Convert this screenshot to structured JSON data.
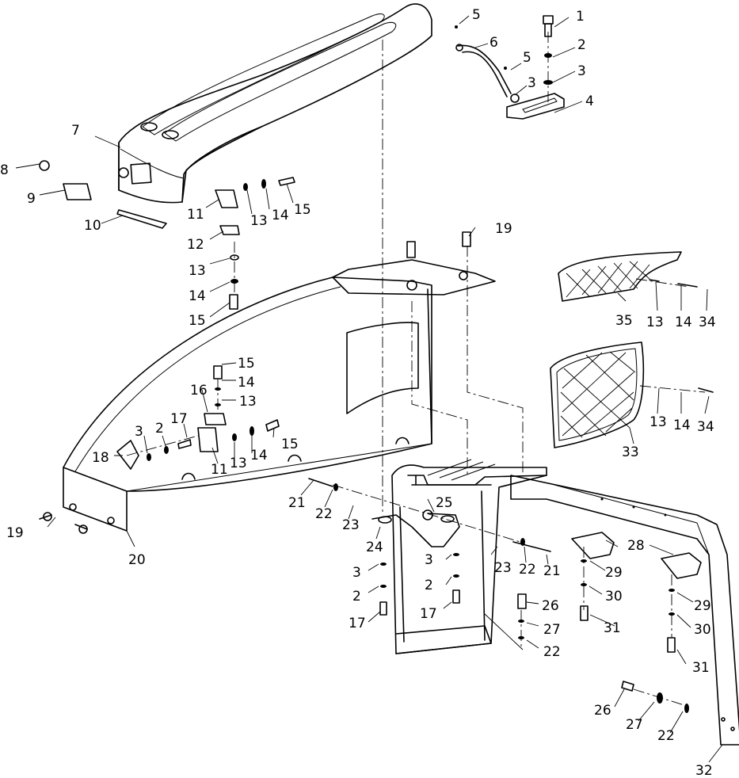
{
  "diagram": {
    "style": "line-art exploded parts diagram",
    "colors": {
      "ink": "#000000",
      "background": "#ffffff"
    },
    "callouts": [
      {
        "id": "c1",
        "text": "1"
      },
      {
        "id": "c2a",
        "text": "2"
      },
      {
        "id": "c3a",
        "text": "3"
      },
      {
        "id": "c4",
        "text": "4"
      },
      {
        "id": "c5a",
        "text": "5"
      },
      {
        "id": "c5b",
        "text": "5"
      },
      {
        "id": "c6",
        "text": "6"
      },
      {
        "id": "c3b",
        "text": "3"
      },
      {
        "id": "c7",
        "text": "7"
      },
      {
        "id": "c8",
        "text": "8"
      },
      {
        "id": "c9",
        "text": "9"
      },
      {
        "id": "c10",
        "text": "10"
      },
      {
        "id": "c11a",
        "text": "11"
      },
      {
        "id": "c13a",
        "text": "13"
      },
      {
        "id": "c14a",
        "text": "14"
      },
      {
        "id": "c15a",
        "text": "15"
      },
      {
        "id": "c12",
        "text": "12"
      },
      {
        "id": "c13b",
        "text": "13"
      },
      {
        "id": "c14b",
        "text": "14"
      },
      {
        "id": "c15b",
        "text": "15"
      },
      {
        "id": "c19a",
        "text": "19"
      },
      {
        "id": "c35",
        "text": "35"
      },
      {
        "id": "c13c",
        "text": "13"
      },
      {
        "id": "c14c",
        "text": "14"
      },
      {
        "id": "c34a",
        "text": "34"
      },
      {
        "id": "c15c",
        "text": "15"
      },
      {
        "id": "c14d",
        "text": "14"
      },
      {
        "id": "c16",
        "text": "16"
      },
      {
        "id": "c13d",
        "text": "13"
      },
      {
        "id": "c17a",
        "text": "17"
      },
      {
        "id": "c2b",
        "text": "2"
      },
      {
        "id": "c3c",
        "text": "3"
      },
      {
        "id": "c18",
        "text": "18"
      },
      {
        "id": "c11b",
        "text": "11"
      },
      {
        "id": "c13e",
        "text": "13"
      },
      {
        "id": "c14e",
        "text": "14"
      },
      {
        "id": "c15d",
        "text": "15"
      },
      {
        "id": "c13f",
        "text": "13"
      },
      {
        "id": "c14f",
        "text": "14"
      },
      {
        "id": "c34b",
        "text": "34"
      },
      {
        "id": "c33",
        "text": "33"
      },
      {
        "id": "c21a",
        "text": "21"
      },
      {
        "id": "c22a",
        "text": "22"
      },
      {
        "id": "c23a",
        "text": "23"
      },
      {
        "id": "c25",
        "text": "25"
      },
      {
        "id": "c24",
        "text": "24"
      },
      {
        "id": "c19b",
        "text": "19"
      },
      {
        "id": "c20",
        "text": "20"
      },
      {
        "id": "c28",
        "text": "28"
      },
      {
        "id": "c3d",
        "text": "3"
      },
      {
        "id": "c3e",
        "text": "3"
      },
      {
        "id": "c23b",
        "text": "23"
      },
      {
        "id": "c22b",
        "text": "22"
      },
      {
        "id": "c21b",
        "text": "21"
      },
      {
        "id": "c29a",
        "text": "29"
      },
      {
        "id": "c2c",
        "text": "2"
      },
      {
        "id": "c2d",
        "text": "2"
      },
      {
        "id": "c30a",
        "text": "30"
      },
      {
        "id": "c29b",
        "text": "29"
      },
      {
        "id": "c26a",
        "text": "26"
      },
      {
        "id": "c17b",
        "text": "17"
      },
      {
        "id": "c17c",
        "text": "17"
      },
      {
        "id": "c31a",
        "text": "31"
      },
      {
        "id": "c30b",
        "text": "30"
      },
      {
        "id": "c27a",
        "text": "27"
      },
      {
        "id": "c22c",
        "text": "22"
      },
      {
        "id": "c31b",
        "text": "31"
      },
      {
        "id": "c26b",
        "text": "26"
      },
      {
        "id": "c27b",
        "text": "27"
      },
      {
        "id": "c22d",
        "text": "22"
      },
      {
        "id": "c32",
        "text": "32"
      }
    ]
  }
}
